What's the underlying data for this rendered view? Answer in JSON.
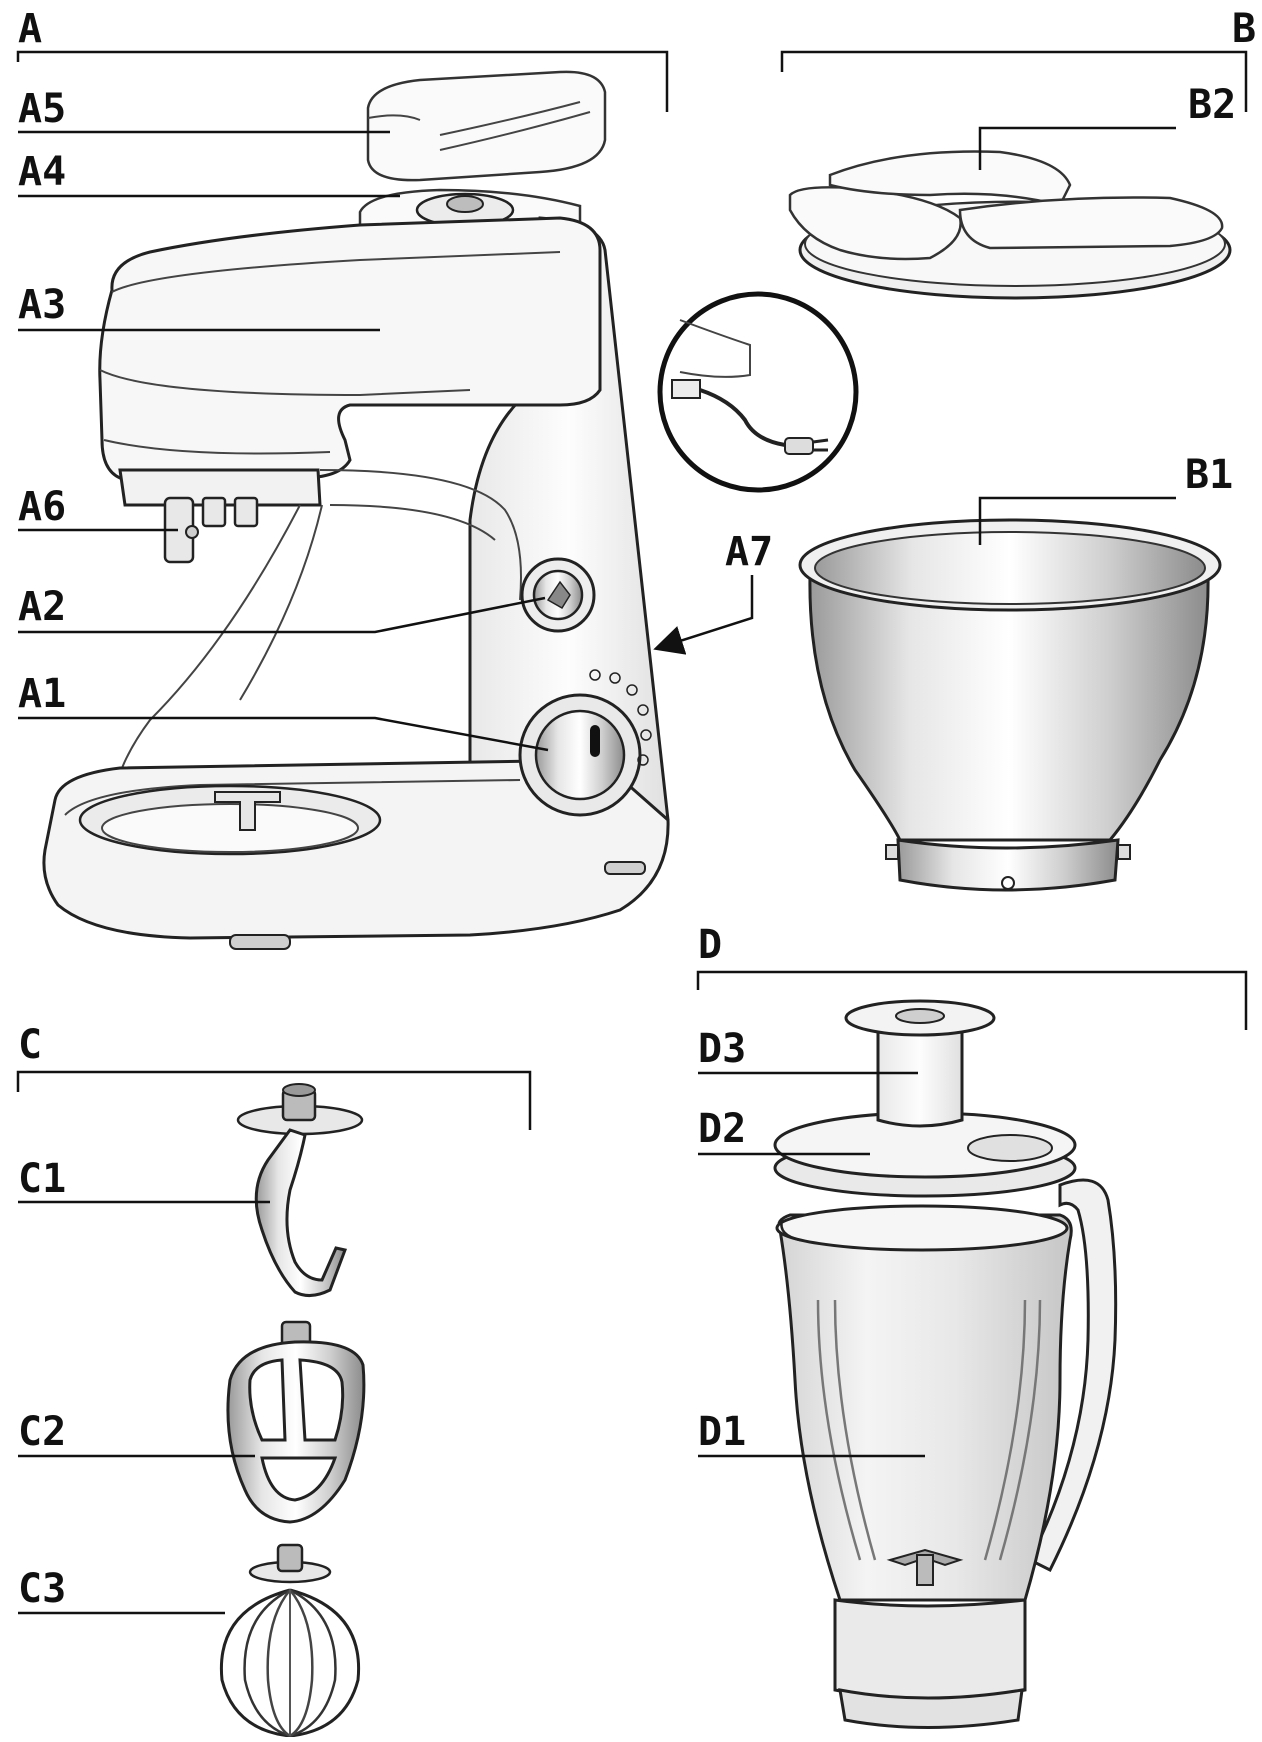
{
  "labels": {
    "A": "A",
    "A1": "A1",
    "A2": "A2",
    "A3": "A3",
    "A4": "A4",
    "A5": "A5",
    "A6": "A6",
    "A7": "A7",
    "B": "B",
    "B1": "B1",
    "B2": "B2",
    "C": "C",
    "C1": "C1",
    "C2": "C2",
    "C3": "C3",
    "D": "D",
    "D1": "D1",
    "D2": "D2",
    "D3": "D3"
  },
  "colors": {
    "ink": "#111111",
    "body": "#f2f2f2",
    "metal": "#c8c8c8"
  }
}
